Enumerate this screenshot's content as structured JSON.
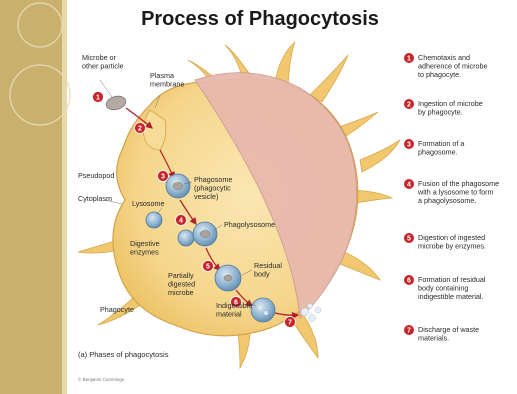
{
  "title": "Process of Phagocytosis",
  "labels": {
    "microbe": [
      "Microbe or",
      "other particle"
    ],
    "plasma_membrane": [
      "Plasma",
      "membrane"
    ],
    "pseudopod": [
      "Pseudopod"
    ],
    "cytoplasm": [
      "Cytoplasm"
    ],
    "phagosome": [
      "Phagosome",
      "(phagocytic",
      "vesicle)"
    ],
    "lysosome": [
      "Lysosome"
    ],
    "digestive_enzymes": [
      "Digestive",
      "enzymes"
    ],
    "phagolysosome": [
      "Phagolysosome"
    ],
    "partially_digested": [
      "Partially",
      "digested",
      "microbe"
    ],
    "residual_body": [
      "Residual",
      "body"
    ],
    "indigestible": [
      "Indigestible",
      "material"
    ],
    "phagocyte": [
      "Phagocyte"
    ]
  },
  "steps": [
    {
      "num": "1",
      "lines": [
        "Chemotaxis and",
        "adherence of microbe",
        "to phagocyte."
      ]
    },
    {
      "num": "2",
      "lines": [
        "Ingestion of microbe",
        "by phagocyte."
      ]
    },
    {
      "num": "3",
      "lines": [
        "Formation of a",
        "phagosome."
      ]
    },
    {
      "num": "4",
      "lines": [
        "Fusion of the phagosome",
        "with a lysosome to form",
        "a phagolysosome."
      ]
    },
    {
      "num": "5",
      "lines": [
        "Digestion of ingested",
        "microbe by enzymes."
      ]
    },
    {
      "num": "6",
      "lines": [
        "Formation of residual",
        "body containing",
        "indigestible material."
      ]
    },
    {
      "num": "7",
      "lines": [
        "Discharge of waste",
        "materials."
      ]
    }
  ],
  "caption": "(a)  Phases of phagocytosis",
  "copyright": "© Benjamin Cummings",
  "colors": {
    "cell": "#f5d58a",
    "nucleus": "#e8b9ae",
    "vesicle": "#8fb3cf",
    "badge": "#c8242b",
    "gold": "#c9b06d"
  }
}
